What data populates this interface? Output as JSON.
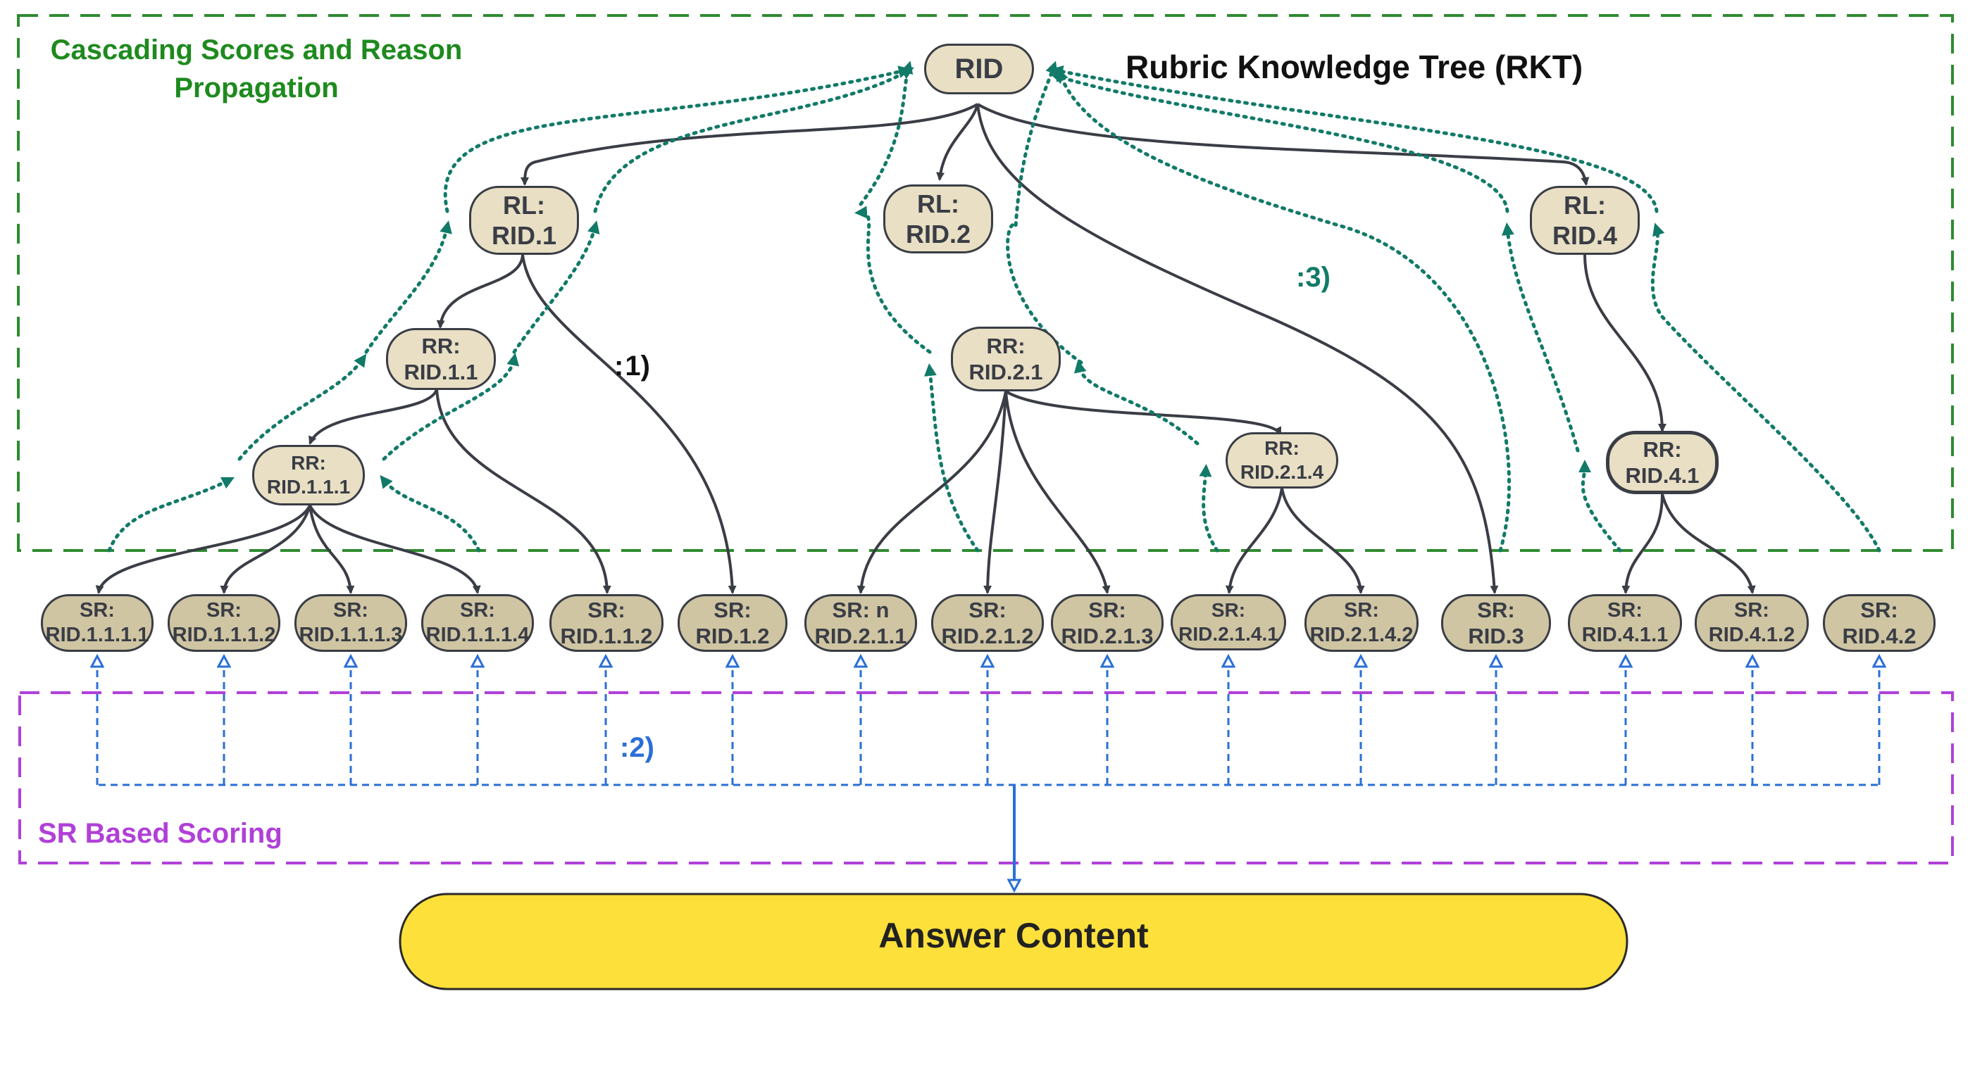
{
  "title": "Rubric Knowledge Tree (RKT)",
  "cascading_label_line1": "Cascading Scores and Reason",
  "cascading_label_line2": "Propagation",
  "sr_scoring_label": "SR Based Scoring",
  "answer_label": "Answer Content",
  "step1": "1",
  "step2": "2",
  "step3": "3",
  "colors": {
    "green_border": "#2e8b2e",
    "purple_border": "#b040d8",
    "teal_arrows": "#117a68",
    "blue_arrows": "#2a6fd6",
    "node_fill": "#e8dfc4",
    "leaf_fill": "#cfc5a3",
    "answer_fill": "#fde03a"
  },
  "nodes": {
    "rid": {
      "line1": "RID"
    },
    "rl1": {
      "line1": "RL:",
      "line2": "RID.1"
    },
    "rl2": {
      "line1": "RL:",
      "line2": "RID.2"
    },
    "rl4": {
      "line1": "RL:",
      "line2": "RID.4"
    },
    "rr11": {
      "line1": "RR:",
      "line2": "RID.1.1"
    },
    "rr21": {
      "line1": "RR:",
      "line2": "RID.2.1"
    },
    "rr111": {
      "line1": "RR:",
      "line2": "RID.1.1.1"
    },
    "rr214": {
      "line1": "RR:",
      "line2": "RID.2.1.4"
    },
    "rr41": {
      "line1": "RR:",
      "line2": "RID.4.1"
    },
    "sr1111": {
      "line1": "SR:",
      "line2": "RID.1.1.1.1"
    },
    "sr1112": {
      "line1": "SR:",
      "line2": "RID.1.1.1.2"
    },
    "sr1113": {
      "line1": "SR:",
      "line2": "RID.1.1.1.3"
    },
    "sr1114": {
      "line1": "SR:",
      "line2": "RID.1.1.1.4"
    },
    "sr112": {
      "line1": "SR:",
      "line2": "RID.1.1.2"
    },
    "sr12": {
      "line1": "SR:",
      "line2": "RID.1.2"
    },
    "sr211": {
      "line1": "SR: n",
      "line2": "RID.2.1.1"
    },
    "sr212": {
      "line1": "SR:",
      "line2": "RID.2.1.2"
    },
    "sr213": {
      "line1": "SR:",
      "line2": "RID.2.1.3"
    },
    "sr2141": {
      "line1": "SR:",
      "line2": "RID.2.1.4.1"
    },
    "sr2142": {
      "line1": "SR:",
      "line2": "RID.2.1.4.2"
    },
    "sr3": {
      "line1": "SR:",
      "line2": "RID.3"
    },
    "sr411": {
      "line1": "SR:",
      "line2": "RID.4.1.1"
    },
    "sr412": {
      "line1": "SR:",
      "line2": "RID.4.1.2"
    },
    "sr42": {
      "line1": "SR:",
      "line2": "RID.4.2"
    }
  }
}
